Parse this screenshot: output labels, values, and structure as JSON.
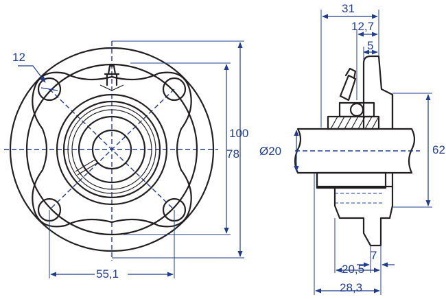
{
  "dimensions": {
    "hole_diameter": "12",
    "outer_diameter": "100",
    "bolt_circle": "78",
    "bolt_spacing": "55,1",
    "bore_diameter": "Ø20",
    "overall_width": "31",
    "inner_width": "12,7",
    "flange_thickness": "5",
    "height": "62",
    "bottom_width_1": "20,5",
    "bottom_width_2": "28,3",
    "small_step": "7"
  },
  "colors": {
    "dimension": "#1f3c8f",
    "outline": "#231f20"
  }
}
